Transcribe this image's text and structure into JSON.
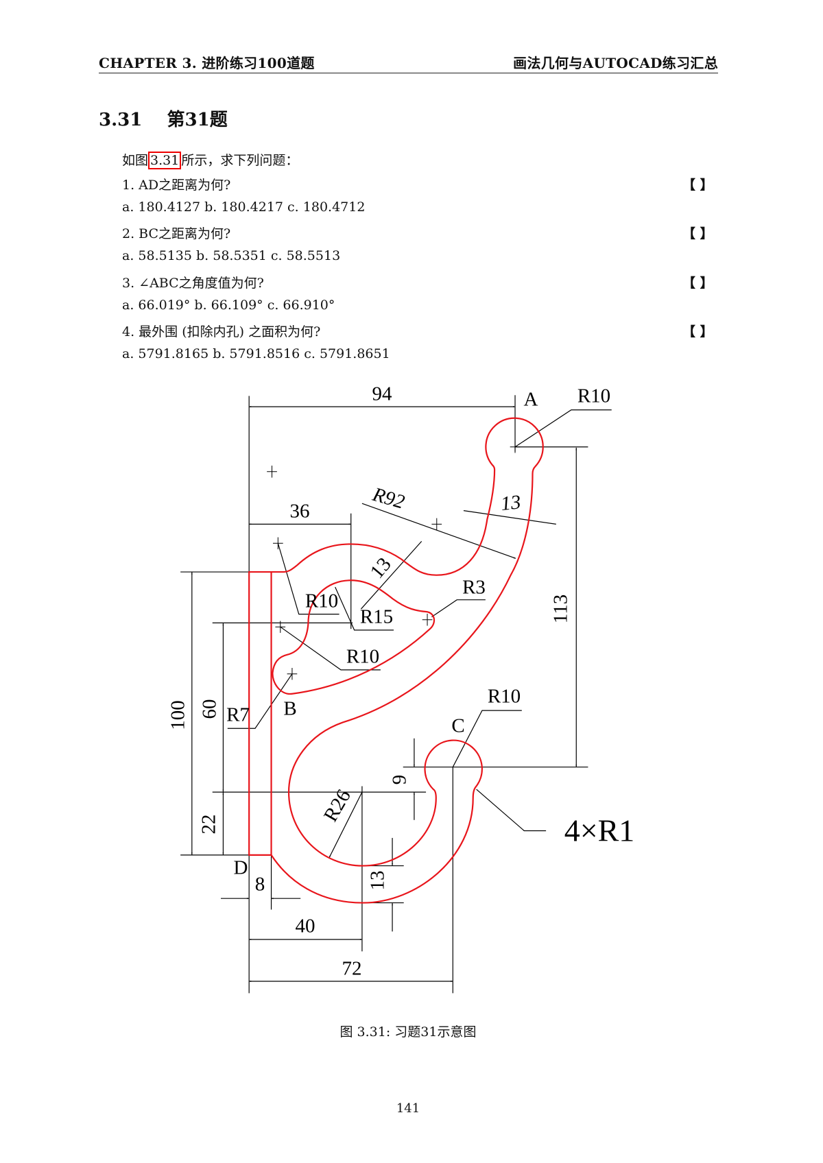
{
  "header": {
    "left": "CHAPTER 3.  进阶练习100道题",
    "right": "画法几何与AUTOCAD练习汇总"
  },
  "section": {
    "number": "3.31",
    "title": "第31题"
  },
  "intro": {
    "prefix": "如图",
    "ref": "3.31",
    "suffix": "所示，求下列问题："
  },
  "questions": [
    {
      "q": "1. AD之距离为何?",
      "options": "a. 180.4127 b. 180.4217 c. 180.4712",
      "answer_box": "【  】"
    },
    {
      "q": "2. BC之距离为何?",
      "options": "a. 58.5135 b. 58.5351 c. 58.5513",
      "answer_box": "【  】"
    },
    {
      "q": "3. ∠ABC之角度值为何?",
      "options": "a. 66.019° b. 66.109° c. 66.910°",
      "answer_box": "【  】"
    },
    {
      "q": "4. 最外围 (扣除内孔) 之面积为何?",
      "options": "a. 5791.8165 b. 5791.8516 c. 5791.8651",
      "answer_box": "【  】"
    }
  ],
  "drawing": {
    "outline_color": "#e8151b",
    "labels": {
      "d94": "94",
      "A": "A",
      "r10_a": "R10",
      "r92": "R92",
      "d13_top": "13",
      "d36": "36",
      "d13_diag": "13",
      "r10_upper": "R10",
      "r15": "R15",
      "r3": "R3",
      "r10_mid": "R10",
      "d113": "113",
      "d100": "100",
      "d60": "60",
      "r7": "R7",
      "B": "B",
      "r10_c": "R10",
      "C": "C",
      "d9": "9",
      "r1": "4×R1",
      "r26": "R26",
      "d22": "22",
      "D": "D",
      "d8": "8",
      "d13_bottom": "13",
      "d40": "40",
      "d72": "72"
    }
  },
  "caption": "图 3.31: 习题31示意图",
  "page_number": "141"
}
